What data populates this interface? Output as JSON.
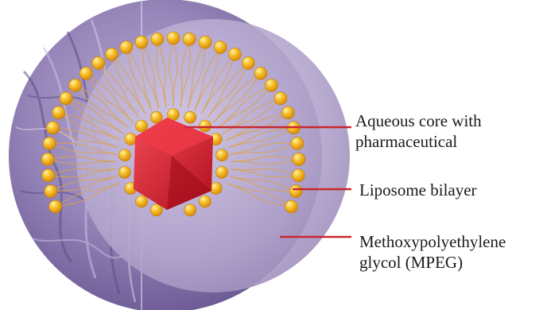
{
  "labels": {
    "core_line1": "Aqueous core with",
    "core_line2": "pharmaceutical",
    "bilayer": "Liposome bilayer",
    "mpeg_line1": "Methoxypolyethylene",
    "mpeg_line2": "glycol (MPEG)"
  },
  "colors": {
    "outer_shell": "#8f7fb0",
    "inner_cavity": "#b6a8cf",
    "lipid_head": "#f2b01c",
    "lipid_tail": "#d9a24a",
    "drug_core": "#d8192b",
    "pointer_line": "#c8282f"
  }
}
